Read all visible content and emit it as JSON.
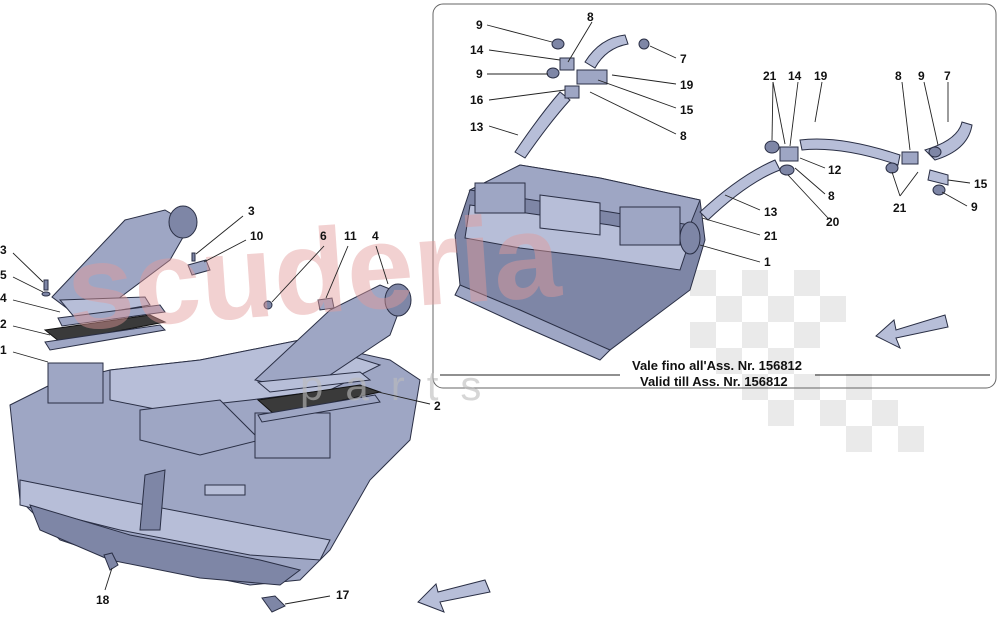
{
  "watermark": {
    "brand": "scuderia",
    "sub": "parts"
  },
  "inset_note": {
    "line1": "Vale fino all'Ass. Nr. 156812",
    "line2": "Valid till Ass. Nr. 156812"
  },
  "main_callouts": [
    "3",
    "5",
    "4",
    "2",
    "1",
    "3",
    "10",
    "6",
    "11",
    "4",
    "2",
    "18",
    "17"
  ],
  "inset_callouts": [
    "9",
    "8",
    "14",
    "7",
    "9",
    "19",
    "16",
    "15",
    "13",
    "8",
    "21",
    "14",
    "19",
    "8",
    "9",
    "7",
    "12",
    "8",
    "15",
    "20",
    "21",
    "9",
    "13",
    "21",
    "1"
  ],
  "colors": {
    "part_fill": "#9ea6c4",
    "outline": "#2a2f45",
    "filter": "#3a3a3a",
    "watermark": "#e39a9a"
  },
  "icons": {
    "direction_arrow": "arrow-down-left-icon"
  }
}
